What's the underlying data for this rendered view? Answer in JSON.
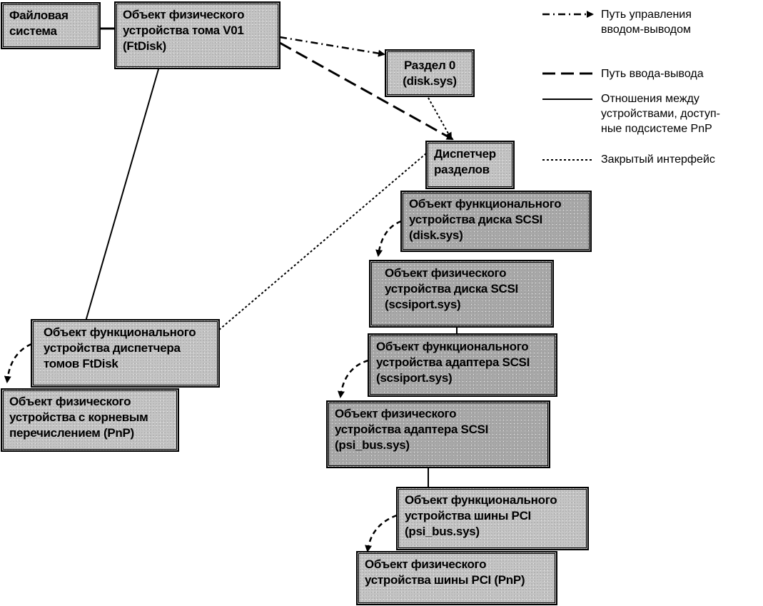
{
  "boxes": {
    "filesystem": "Файловая\nсистема",
    "volume_pdo": "Объект физического\nустройства тома V01\n(FtDisk)",
    "partition0": "Раздел 0\n(disk.sys)",
    "partition_manager": "Диспетчер\nразделов",
    "scsi_disk_fdo": "Объект функционального\nустройства диска SCSI\n(disk.sys)",
    "scsi_disk_pdo": "Объект физического\nустройства диска SCSI\n(scsiport.sys)",
    "scsi_adapter_fdo": "Объект функционального\nустройства адаптера SCSI\n(scsiport.sys)",
    "scsi_adapter_pdo": "Объект физического\nустройства адаптера SCSI\n(psi_bus.sys)",
    "pci_fdo": "Объект функционального\nустройства шины PCI\n(psi_bus.sys)",
    "pci_pdo": "Объект физического\nустройства шины PCI (PnP)",
    "ftdisk_fdo": "Объект функционального\nустройства диспетчера\nтомов FtDisk",
    "root_pdo": "Объект физического\nустройства с корневым\nперечислением (PnP)"
  },
  "legend": [
    {
      "style": "dash-dot-arrow",
      "label": "Путь управления\nвводом-выводом"
    },
    {
      "style": "long-dash",
      "label": "Путь ввода-вывода"
    },
    {
      "style": "solid",
      "label": "Отношения между\nустройствами, доступ-\nные подсистеме PnP"
    },
    {
      "style": "dotted",
      "label": "Закрытый интерфейс"
    }
  ]
}
